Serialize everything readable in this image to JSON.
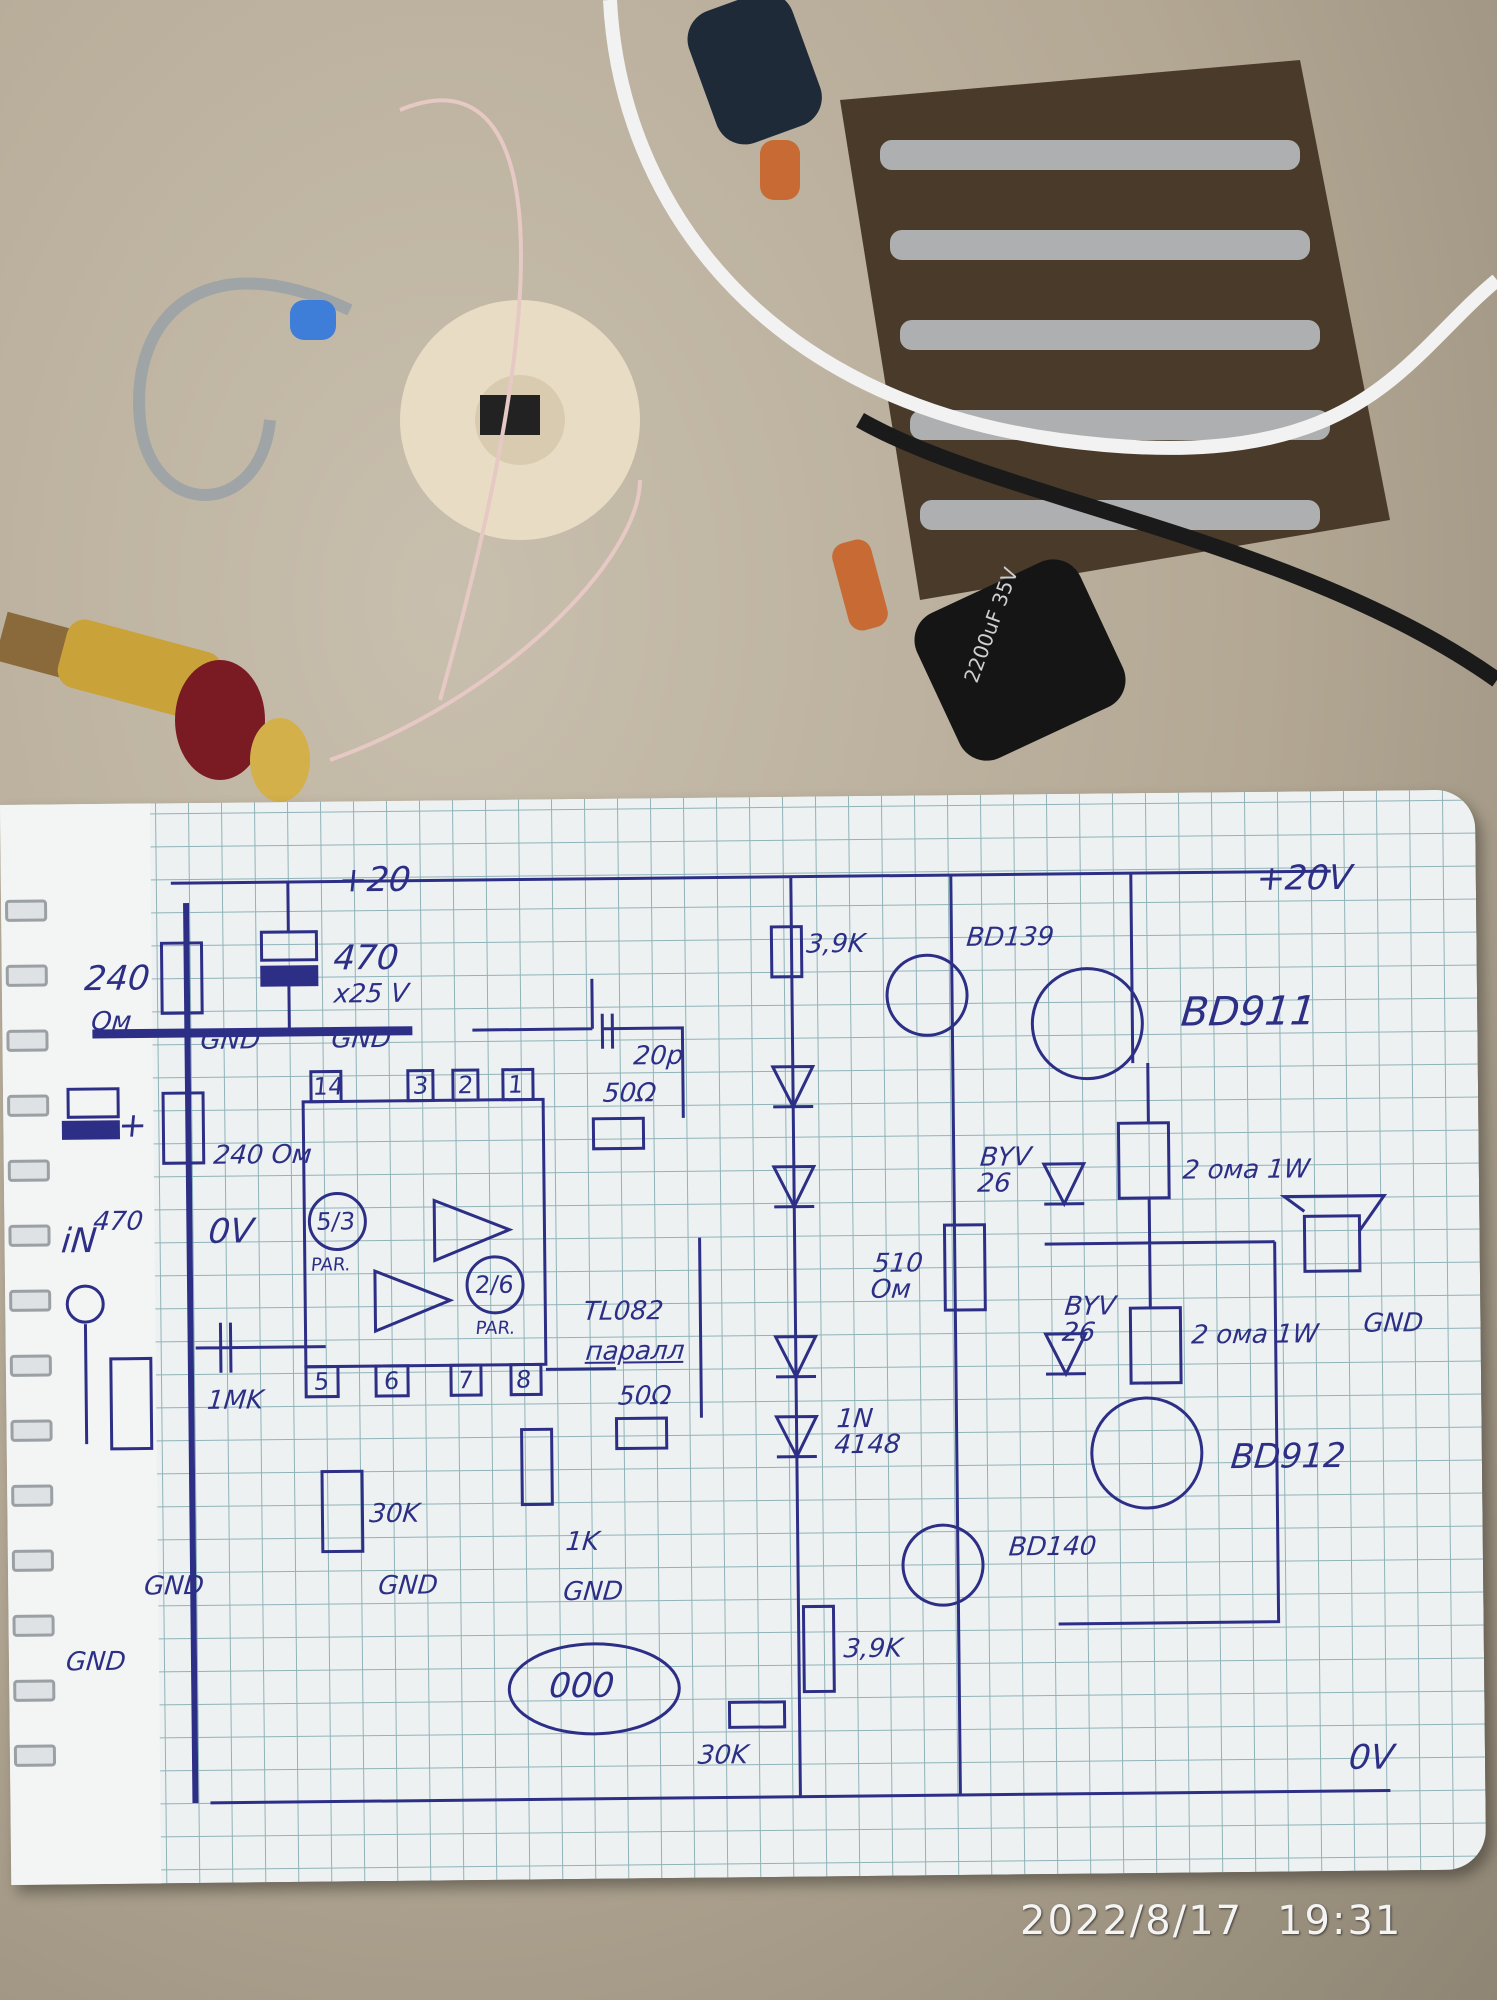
{
  "photo": {
    "timestamp_date": "2022/8/17",
    "timestamp_time": "19:31",
    "capacitor_marking": "2200uF 35V"
  },
  "schematic": {
    "left": {
      "supply_plus20": "+20",
      "r_top_value": "240",
      "r_top_unit": "Ом",
      "cap_value": "470",
      "cap_rating": "x25 V",
      "gnd_a": "GND",
      "gnd_b": "GND",
      "plus_sign": "+",
      "r_bottom": "240 Ом",
      "cap_bottom": "470",
      "zero_v": "0V",
      "input": "iN",
      "coupling_cap": "1MK",
      "gnd_in1": "GND",
      "gnd_in2": "GND"
    },
    "opamp": {
      "cap_fb": "20p",
      "r_fb_top": "50Ω",
      "r_fb_bottom": "50Ω",
      "pins_top": [
        "14",
        "3",
        "2",
        "1"
      ],
      "pins_bottom": [
        "5",
        "6",
        "7",
        "8"
      ],
      "section_a": "5/3",
      "section_a_note": "PAR.",
      "section_b": "2/6",
      "section_b_note": "PAR.",
      "chip": "TL082",
      "chip_note": "паралл",
      "r_pin5": "30K",
      "gnd_pin5": "GND",
      "r_1k": "1K",
      "gnd_1k": "GND",
      "pot_label": "000",
      "r_30k": "30K"
    },
    "output": {
      "supply": "+20V",
      "r_bias_top": "3,9K",
      "q1": "BD139",
      "q2": "BD911",
      "d1": "BYV 26",
      "r_emit_top": "2 ома 1W",
      "r_510": "510 Ом",
      "d2": "BYV 26",
      "r_emit_bottom": "2 ома 1W",
      "speaker_gnd": "GND",
      "diodes": "1N 4148",
      "q3": "BD912",
      "q4": "BD140",
      "r_bias_bottom": "3,9K",
      "zero_v": "0V"
    }
  }
}
